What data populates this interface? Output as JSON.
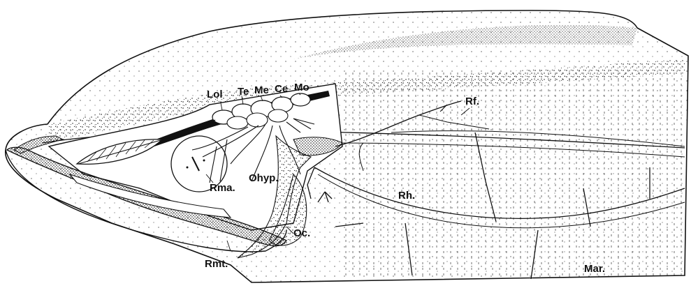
{
  "figure": {
    "ink_color": "#111111",
    "paper_color": "#ffffff",
    "labels": {
      "lol": "Lol",
      "te": "Te",
      "me": "Me",
      "ce": "Ce",
      "mo": "Mo",
      "rf": "Rf.",
      "rma": "Rma.",
      "ohyp": "Ohyp.",
      "rh": "Rh.",
      "oc": "Oc.",
      "rmt": "Rmt.",
      "mar": "Mar."
    }
  }
}
